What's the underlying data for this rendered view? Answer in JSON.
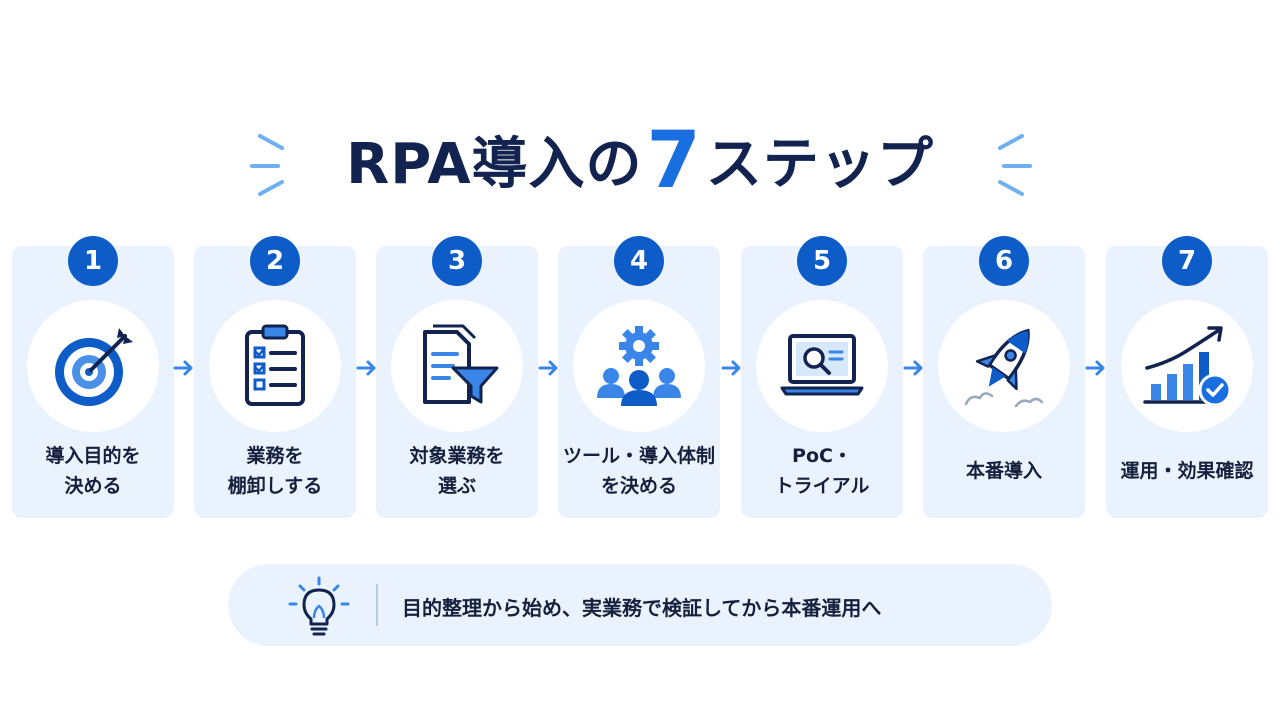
{
  "title": {
    "before": "RPA導入の",
    "number": "7",
    "after": "ステップ"
  },
  "steps": [
    {
      "number": "1",
      "label": "導入目的を\n決める",
      "icon": "target-icon"
    },
    {
      "number": "2",
      "label": "業務を\n棚卸しする",
      "icon": "clipboard-checklist-icon"
    },
    {
      "number": "3",
      "label": "対象業務を\n選ぶ",
      "icon": "document-filter-icon"
    },
    {
      "number": "4",
      "label": "ツール・導入体制\nを決める",
      "icon": "team-gear-icon"
    },
    {
      "number": "5",
      "label": "PoC・\nトライアル",
      "icon": "laptop-search-icon"
    },
    {
      "number": "6",
      "label": "本番導入",
      "icon": "rocket-icon"
    },
    {
      "number": "7",
      "label": "運用・効果確認",
      "icon": "growth-chart-check-icon"
    }
  ],
  "tip": {
    "icon": "lightbulb-icon",
    "text": "目的整理から始め、実業務で検証してから本番運用へ"
  },
  "colors": {
    "accent": "#1a6fe0",
    "badge": "#0d5cc8",
    "navy": "#12234f",
    "card": "#eaf3fd"
  }
}
